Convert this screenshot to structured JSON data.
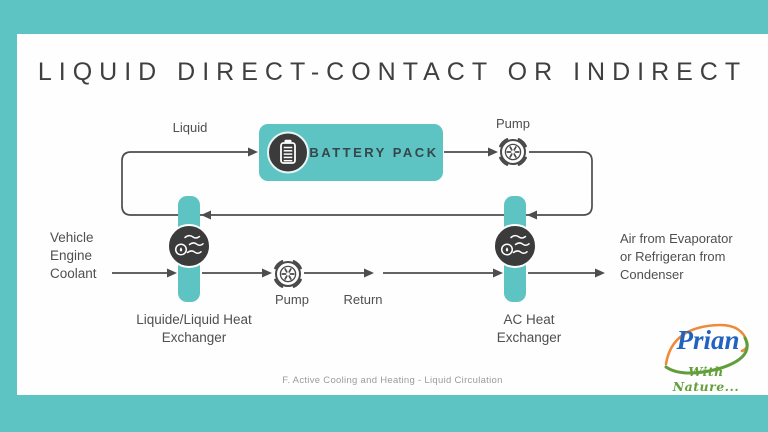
{
  "title": "LIQUID DIRECT-CONTACT OR INDIRECT",
  "caption": "F. Active Cooling and Heating - Liquid Circulation",
  "colors": {
    "teal_accent": "#5ec3c3",
    "icon_dark": "#3b3b3b",
    "flow_line": "#4d4d4d",
    "label_text": "#4f4f4f",
    "caption_text": "#9b9b9b",
    "battery_label_text": "#35474a",
    "logo_blue": "#2263c0",
    "logo_green": "#63a03c",
    "logo_orange": "#ee8a38"
  },
  "diagram": {
    "battery_pack_label": "BATTERY PACK",
    "liquid_label": "Liquid",
    "pump_top_label": "Pump",
    "pump_bottom_label": "Pump",
    "return_label": "Return",
    "left_input": {
      "line1": "Vehicle",
      "line2": "Engine",
      "line3": "Coolant"
    },
    "right_output": {
      "line1": "Air from Evaporator",
      "line2": "or Refrigeran from",
      "line3": "Condenser"
    },
    "left_exchanger": {
      "line1": "Liquide/Liquid Heat",
      "line2": "Exchanger"
    },
    "right_exchanger": {
      "line1": "AC Heat",
      "line2": "Exchanger"
    }
  },
  "logo": {
    "name": "Prian",
    "tagline": "With Nature..."
  }
}
